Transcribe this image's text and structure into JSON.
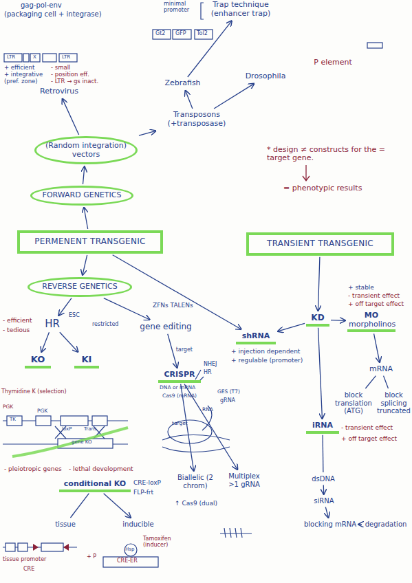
{
  "diagram": {
    "nodes": [
      {
        "text": [
          "Trap technique (enhancer trap)"
        ]
      },
      {
        "text": [
          "P element"
        ]
      },
      {
        "text": [
          "Zebrafish"
        ]
      },
      {
        "text": [
          "Drosophila"
        ]
      },
      {
        "text": [
          "Retrovirus"
        ]
      },
      {
        "text": [
          "Transposons (+transposase)"
        ]
      },
      {
        "text": [
          "(Random integration) vectors"
        ]
      },
      {
        "text": [
          "FORWARD GENETICS"
        ]
      },
      {
        "text": [
          "PERMENENT TRANSGENIC"
        ]
      },
      {
        "text": [
          "TRANSIENT TRANSGENIC"
        ]
      },
      {
        "text": [
          "REVERSE GENETICS"
        ]
      },
      {
        "text": [
          "KD"
        ]
      },
      {
        "text": [
          "MO",
          "morpholinos"
        ]
      },
      {
        "text": [
          "HR"
        ]
      },
      {
        "text": [
          "gene editing"
        ]
      },
      {
        "text": [
          "shRNA"
        ]
      },
      {
        "text": [
          "KO"
        ]
      },
      {
        "text": [
          "KI"
        ]
      },
      {
        "text": [
          "mRNA"
        ]
      },
      {
        "text": [
          "CRISPR"
        ]
      },
      {
        "text": [
          "block translation (ATG)"
        ]
      },
      {
        "text": [
          "block splicing truncated"
        ]
      },
      {
        "text": [
          "iRNA"
        ]
      },
      {
        "text": [
          "Biallelic (2 chrom)"
        ]
      },
      {
        "text": [
          "Multiplex >1 gRNA"
        ]
      },
      {
        "text": [
          "conditional KO"
        ]
      },
      {
        "text": [
          "dsDNA"
        ]
      },
      {
        "text": [
          "siRNA"
        ]
      },
      {
        "text": [
          "tissue"
        ]
      },
      {
        "text": [
          "inducible"
        ]
      },
      {
        "text": [
          "blocking mRNA"
        ]
      },
      {
        "text": [
          "degradation"
        ]
      }
    ],
    "edges": [
      {
        "from": 2,
        "to": 0,
        "arrow": "to"
      },
      {
        "from": 5,
        "to": 2,
        "arrow": "to"
      },
      {
        "from": 5,
        "to": 3,
        "arrow": "to"
      },
      {
        "from": 6,
        "to": 4,
        "arrow": "to"
      },
      {
        "from": 6,
        "to": 5,
        "arrow": "to"
      },
      {
        "from": 7,
        "to": 6,
        "arrow": "to"
      },
      {
        "from": 8,
        "to": 7,
        "arrow": "to"
      },
      {
        "from": 8,
        "to": 10,
        "arrow": "to"
      },
      {
        "from": 8,
        "to": 15,
        "arrow": "to"
      },
      {
        "from": 10,
        "to": 13,
        "arrow": "to"
      },
      {
        "from": 10,
        "to": 14,
        "arrow": "to"
      },
      {
        "from": 13,
        "to": 16,
        "arrow": "to"
      },
      {
        "from": 13,
        "to": 17,
        "arrow": "to"
      },
      {
        "from": 14,
        "to": 19,
        "label": "target",
        "arrow": "to"
      },
      {
        "from": 19,
        "to": 23,
        "arrow": "to"
      },
      {
        "from": 19,
        "to": 24,
        "arrow": "to"
      },
      {
        "from": 25,
        "to": 28,
        "arrow": "none"
      },
      {
        "from": 25,
        "to": 29,
        "arrow": "to"
      },
      {
        "from": 9,
        "to": 11,
        "arrow": "to"
      },
      {
        "from": 11,
        "to": 15,
        "arrow": "to"
      },
      {
        "from": 11,
        "to": 12,
        "arrow": "to"
      },
      {
        "from": 11,
        "to": 22,
        "arrow": "to"
      },
      {
        "from": 12,
        "to": 18,
        "arrow": "to"
      },
      {
        "from": 18,
        "to": 20,
        "arrow": "none"
      },
      {
        "from": 18,
        "to": 21,
        "arrow": "none"
      },
      {
        "from": 22,
        "to": 26,
        "arrow": "none"
      },
      {
        "from": 26,
        "to": 27,
        "arrow": "to"
      },
      {
        "from": 27,
        "to": 30,
        "arrow": "to"
      },
      {
        "from": 30,
        "to": 31,
        "arrow": "to"
      }
    ],
    "labels": [
      "gag-pol-env",
      "(packaging cell + integrase)",
      "minimal promoter",
      "Gt2",
      "GFP",
      "Tol2",
      "LTR",
      "X",
      "LTR",
      "+ efficient",
      "+ integrative",
      "(pref. zone)",
      "- small",
      "- position eff.",
      "- LTR → gs inact.",
      "* design ≠ constructs for the = target gene.",
      "= phenotypic results",
      "- efficient",
      "- tedious",
      "ESC",
      "restricted",
      "ZFNs TALENs",
      "NHEJ",
      "HR",
      "DNA or mRNA",
      "Cas9 (mRNA)",
      "GES (T7)",
      "gRNA",
      "RNA",
      "target",
      "↑ Cas9 (dual)",
      "+ injection dependent",
      "+ regulable (promoter)",
      "+ stable",
      "- transient effect",
      "+ off target effect",
      "- transient effect",
      "+ off target effect",
      "Thymidine K (selection)",
      "PGK",
      "TK",
      "PGK",
      "loxP",
      "Trans",
      "gene KO",
      "- pleiotropic genes",
      "- lethal development",
      "CRE-loxP",
      "FLP-frt",
      "tissue promoter",
      "CRE",
      "+ P",
      "Hsp",
      "CRE-ER",
      "Tamoxifen (inducer)"
    ]
  }
}
